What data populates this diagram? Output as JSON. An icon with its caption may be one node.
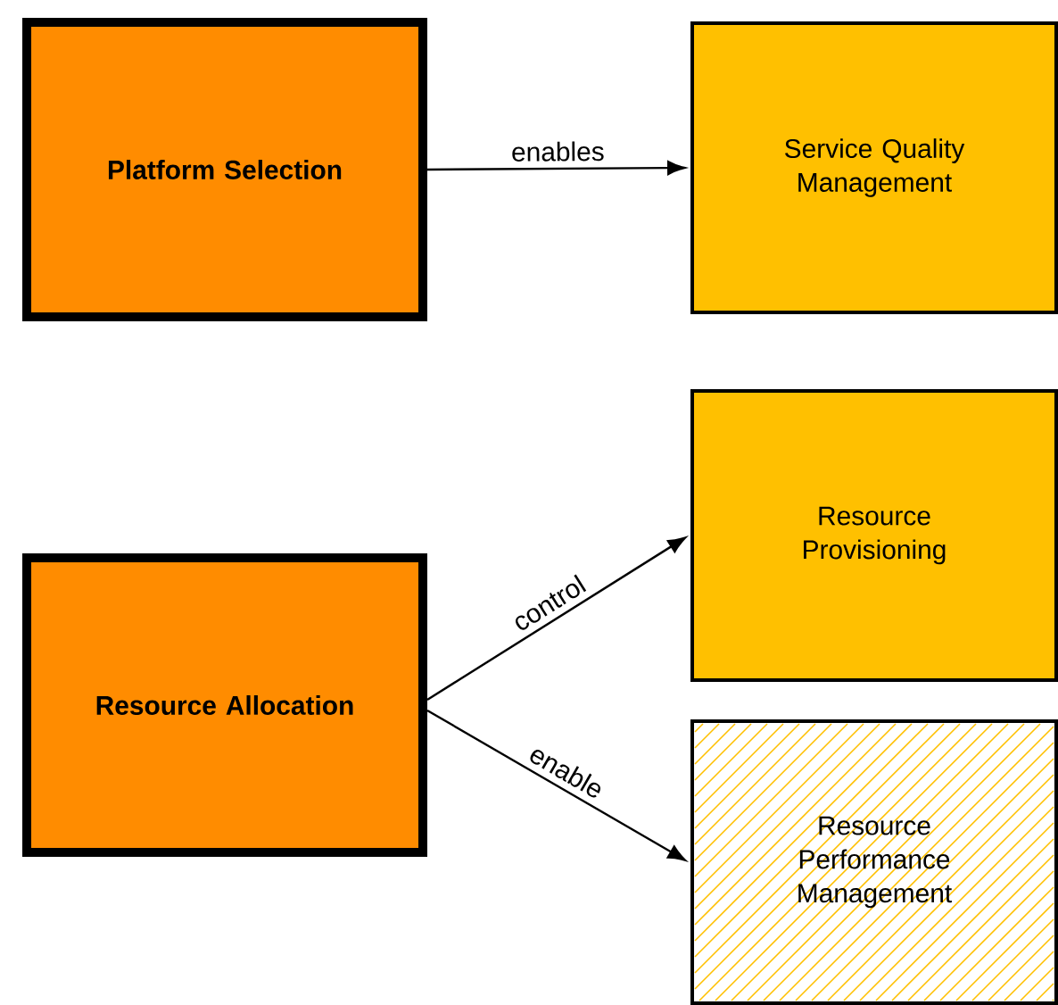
{
  "diagram": {
    "nodes": [
      {
        "text": [
          "Platform Selection"
        ]
      },
      {
        "text": [
          "Service Quality Management"
        ]
      },
      {
        "text": [
          "Resource Provisioning"
        ]
      },
      {
        "text": [
          "Resource Allocation"
        ]
      },
      {
        "text": [
          "Resource Performance Management"
        ]
      }
    ],
    "edges": [
      {
        "from": 0,
        "to": 1,
        "arrow": "to",
        "label": "enables"
      },
      {
        "from": 3,
        "to": 2,
        "arrow": "to",
        "label": "control"
      },
      {
        "from": 3,
        "to": 4,
        "arrow": "to",
        "label": "enable"
      }
    ]
  }
}
